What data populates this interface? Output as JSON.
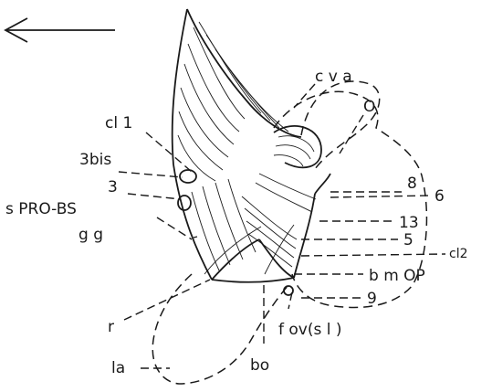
{
  "figure": {
    "arrow_icon": "left-arrow-icon",
    "labels": {
      "cva": "c v a",
      "o": "O",
      "cl1": "cl 1",
      "three_bis": "3bis",
      "three": "3",
      "s_pro_bs": "s PRO-BS",
      "gg": "g g",
      "eight": "8",
      "six": "6",
      "thirteen": "13",
      "five": "5",
      "cl2": "cl2",
      "bm_op": "b m OP",
      "nine": "9",
      "f_ov": "f ov(s l )",
      "r": "r",
      "la": "la",
      "bo": "bo"
    }
  }
}
